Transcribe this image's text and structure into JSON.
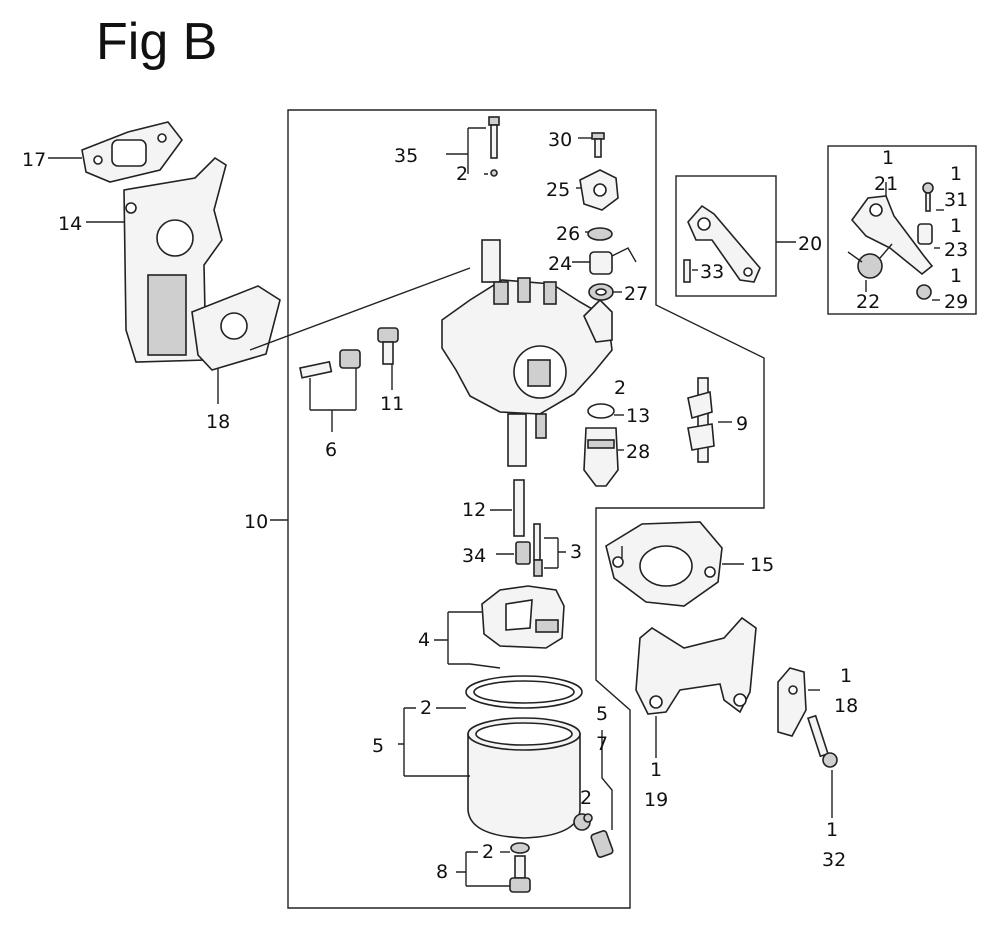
{
  "title": "Fig B",
  "callouts": {
    "c1": "1",
    "c2": "2",
    "c3": "3",
    "c4": "4",
    "c5": "5",
    "c6": "6",
    "c7": "7",
    "c8": "8",
    "c9": "9",
    "c10": "10",
    "c11": "11",
    "c12": "12",
    "c13": "13",
    "c14": "14",
    "c15": "15",
    "c17": "17",
    "c18": "18",
    "c19": "19",
    "c20": "20",
    "c21": "21",
    "c22": "22",
    "c23": "23",
    "c24": "24",
    "c25": "25",
    "c26": "26",
    "c27": "27",
    "c28": "28",
    "c29": "29",
    "c30": "30",
    "c31": "31",
    "c32": "32",
    "c33": "33",
    "c34": "34",
    "c35": "35"
  },
  "colors": {
    "ink": "#222222",
    "paper": "#ffffff",
    "shade": "#cfcfcf"
  }
}
